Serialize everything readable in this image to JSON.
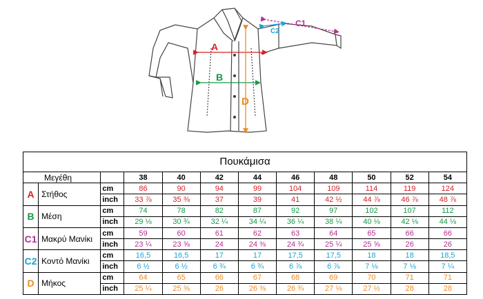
{
  "diagram": {
    "labels": {
      "a": "A",
      "b": "B",
      "d": "D",
      "c1": "C1",
      "c2": "C2"
    },
    "colors": {
      "a": "#d71f26",
      "b": "#139947",
      "c1": "#b62e8e",
      "c2": "#1aa1d4",
      "d": "#ee8a1e"
    }
  },
  "table": {
    "title": "Πουκάμισα",
    "sizes_label": "Μεγέθη",
    "sizes": [
      "38",
      "40",
      "42",
      "44",
      "46",
      "48",
      "50",
      "52",
      "54"
    ],
    "rows": [
      {
        "letter": "A",
        "name": "Στήθος",
        "color": "red",
        "cm_label": "cm",
        "inch_label": "inch",
        "cm": [
          "86",
          "90",
          "94",
          "99",
          "104",
          "109",
          "114",
          "119",
          "124"
        ],
        "inch": [
          "33 ⅞",
          "35 ⅜",
          "37",
          "39",
          "41",
          "42 ½",
          "44 ⅞",
          "46 ⅞",
          "48 ⅞"
        ]
      },
      {
        "letter": "B",
        "name": "Μέση",
        "color": "green",
        "cm_label": "cm",
        "inch_label": "inch",
        "cm": [
          "74",
          "78",
          "82",
          "87",
          "92",
          "97",
          "102",
          "107",
          "112"
        ],
        "inch": [
          "29 ⅛",
          "30 ¾",
          "32 ¼",
          "34 ¼",
          "36 ¼",
          "38 ¼",
          "40 ⅛",
          "42 ⅛",
          "44 ⅛"
        ]
      },
      {
        "letter": "C1",
        "name": "Μακρύ Μανίκι",
        "color": "purple",
        "cm_label": "cm",
        "inch_label": "inch",
        "cm": [
          "59",
          "60",
          "61",
          "62",
          "63",
          "64",
          "65",
          "66",
          "66"
        ],
        "inch": [
          "23 ¼",
          "23 ⅝",
          "24",
          "24 ⅜",
          "24 ¾",
          "25 ¼",
          "25 ⅝",
          "26",
          "26"
        ]
      },
      {
        "letter": "C2",
        "name": "Κοντό Μανίκι",
        "color": "cyan",
        "cm_label": "cm",
        "inch_label": "inch",
        "cm": [
          "16,5",
          "16,5",
          "17",
          "17",
          "17,5",
          "17,5",
          "18",
          "18",
          "18,5"
        ],
        "inch": [
          "6 ½",
          "6 ½",
          "6 ¾",
          "6 ¾",
          "6 ⅞",
          "6 ⅞",
          "7 ⅛",
          "7 ⅛",
          "7 ¼"
        ]
      },
      {
        "letter": "D",
        "name": "Μήκος",
        "color": "orange",
        "cm_label": "cm",
        "inch_label": "inch",
        "cm": [
          "64",
          "65",
          "66",
          "67",
          "68",
          "69",
          "70",
          "71",
          "71"
        ],
        "inch": [
          "25 ¼",
          "25 ⅝",
          "26",
          "26 ⅜",
          "26 ¾",
          "27 ⅛",
          "27 ½",
          "28",
          "28"
        ]
      }
    ]
  }
}
